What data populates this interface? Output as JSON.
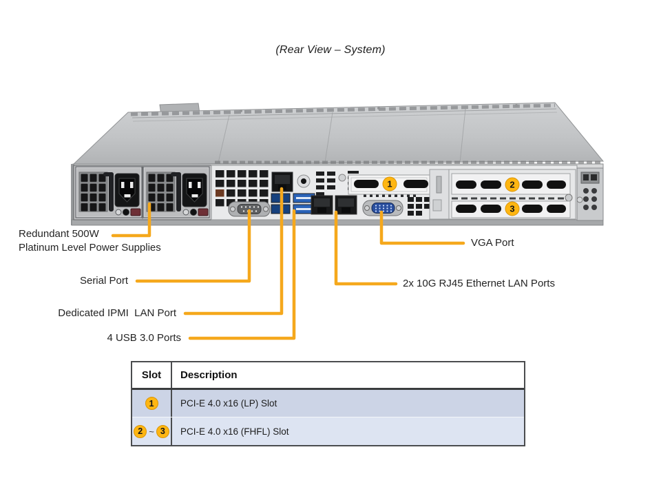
{
  "title": "(Rear View – System)",
  "colors": {
    "callout": "#F5A81C",
    "badge": "#FFB612",
    "badgeBorder": "#D89406",
    "row1Bg": "#CCD4E6",
    "row2Bg": "#DDE4F2",
    "tableBorder": "#4A4C4E"
  },
  "diagram": {
    "callouts": {
      "psu": {
        "label_line1": "Redundant 500W",
        "label_line2": "Platinum Level Power Supplies"
      },
      "serial": {
        "label": "Serial Port"
      },
      "ipmi": {
        "label": "Dedicated IPMI  LAN Port"
      },
      "usb": {
        "label": "4 USB 3.0 Ports"
      },
      "vga": {
        "label": "VGA Port"
      },
      "lan": {
        "label": "2x 10G RJ45 Ethernet LAN Ports"
      }
    },
    "slot_badges": [
      "1",
      "2",
      "3"
    ]
  },
  "table": {
    "headers": [
      "Slot",
      "Description"
    ],
    "rows": [
      {
        "slot": [
          "1"
        ],
        "separator": "",
        "description": "PCI-E 4.0 x16 (LP) Slot"
      },
      {
        "slot": [
          "2",
          "3"
        ],
        "separator": "~",
        "description": "PCI-E 4.0 x16 (FHFL) Slot"
      }
    ]
  }
}
